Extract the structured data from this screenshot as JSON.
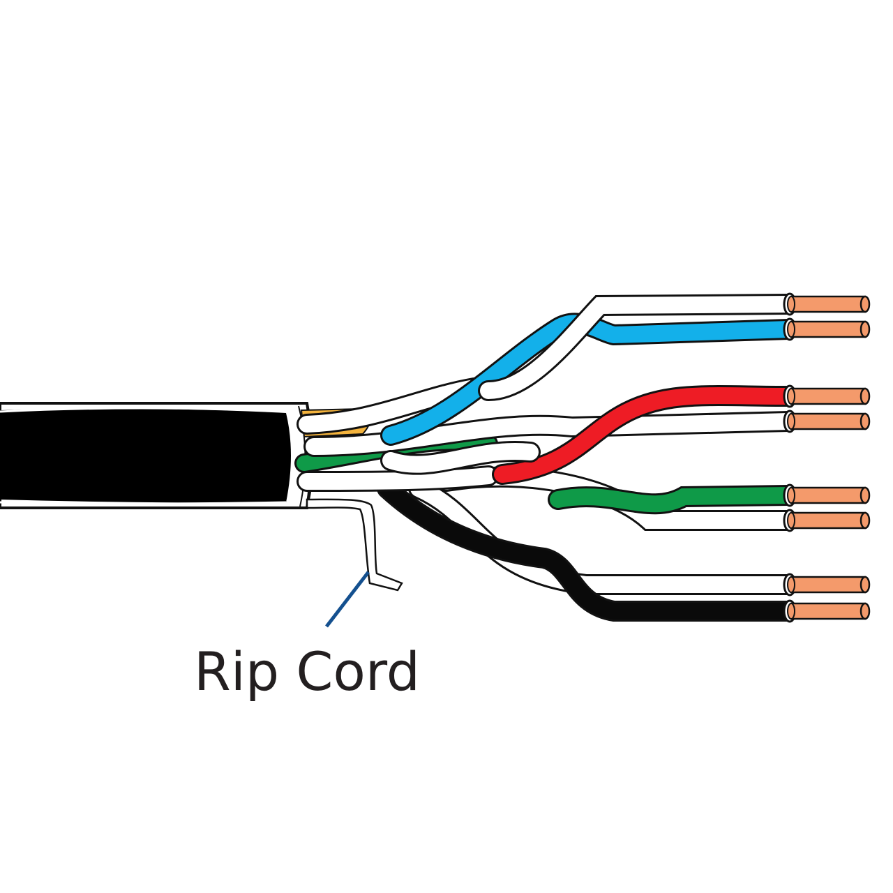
{
  "label": {
    "rip_cord": "Rip Cord"
  },
  "colors": {
    "background": "#ffffff",
    "outline": "#111111",
    "jacket": "#000000",
    "shield": "#f3b33d",
    "blue": "#13b0ea",
    "red": "#ee1c25",
    "green": "#0f9a48",
    "black_wire": "#0a0a0a",
    "white_wire": "#ffffff",
    "copper": "#f49a6b",
    "leader_line": "#14508f",
    "label_text": "#231f20"
  },
  "pairs": [
    {
      "name": "blue-pair",
      "stripe": "blue"
    },
    {
      "name": "red-pair",
      "stripe": "red"
    },
    {
      "name": "green-pair",
      "stripe": "green"
    },
    {
      "name": "black-pair",
      "stripe": "black_wire"
    }
  ]
}
